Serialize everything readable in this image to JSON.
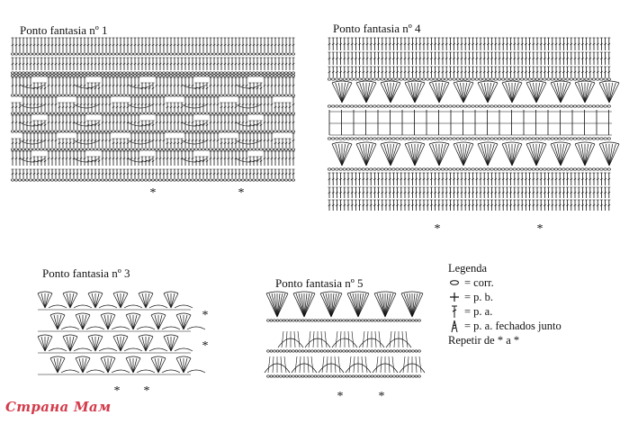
{
  "diagrams": [
    {
      "id": "p1",
      "title": "Ponto fantasia nº 1",
      "repeat_mark": "*"
    },
    {
      "id": "p4",
      "title": "Ponto fantasia nº 4",
      "repeat_mark": "*"
    },
    {
      "id": "p3",
      "title": "Ponto fantasia nº 3",
      "repeat_mark": "*"
    },
    {
      "id": "p5",
      "title": "Ponto fantasia nº 5",
      "repeat_mark": "*"
    }
  ],
  "legend": {
    "title": "Legenda",
    "items": [
      {
        "icon": "chain-oval-icon",
        "text": "= corr."
      },
      {
        "icon": "cross-icon",
        "text": "= p. b."
      },
      {
        "icon": "treble-stitch-icon",
        "text": "= p. a."
      },
      {
        "icon": "treble-cluster-icon",
        "text": "= p. a. fechados junto"
      }
    ],
    "repeat": "Repetir de * a *"
  },
  "watermark": "Страна Мам",
  "colors": {
    "ink": "#111111",
    "watermark": "#d33a4a"
  }
}
